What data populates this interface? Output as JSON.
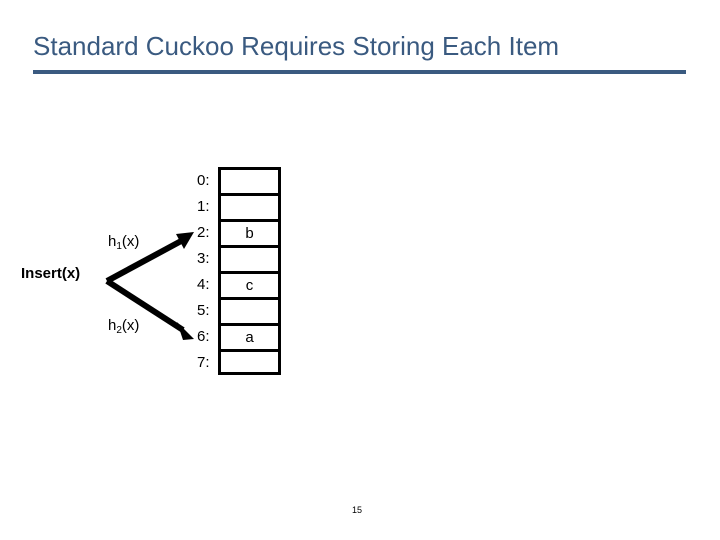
{
  "slide": {
    "title": "Standard Cuckoo Requires Storing Each Item",
    "page_number": "15",
    "title_color": "#3a5a80",
    "rule_color": "#3a5a80"
  },
  "diagram": {
    "operation_label": "Insert(x)",
    "hash_functions": [
      {
        "name": "h1-arrow",
        "label_base": "h",
        "label_sub": "1",
        "label_suffix": "(x)",
        "target_index": 2
      },
      {
        "name": "h2-arrow",
        "label_base": "h",
        "label_sub": "2",
        "label_suffix": "(x)",
        "target_index": 6
      }
    ],
    "table": {
      "name": "cuckoo-hash-table",
      "rows": [
        {
          "index": "0:",
          "value": ""
        },
        {
          "index": "1:",
          "value": ""
        },
        {
          "index": "2:",
          "value": "b"
        },
        {
          "index": "3:",
          "value": ""
        },
        {
          "index": "4:",
          "value": "c"
        },
        {
          "index": "5:",
          "value": ""
        },
        {
          "index": "6:",
          "value": "a"
        },
        {
          "index": "7:",
          "value": ""
        }
      ]
    }
  }
}
